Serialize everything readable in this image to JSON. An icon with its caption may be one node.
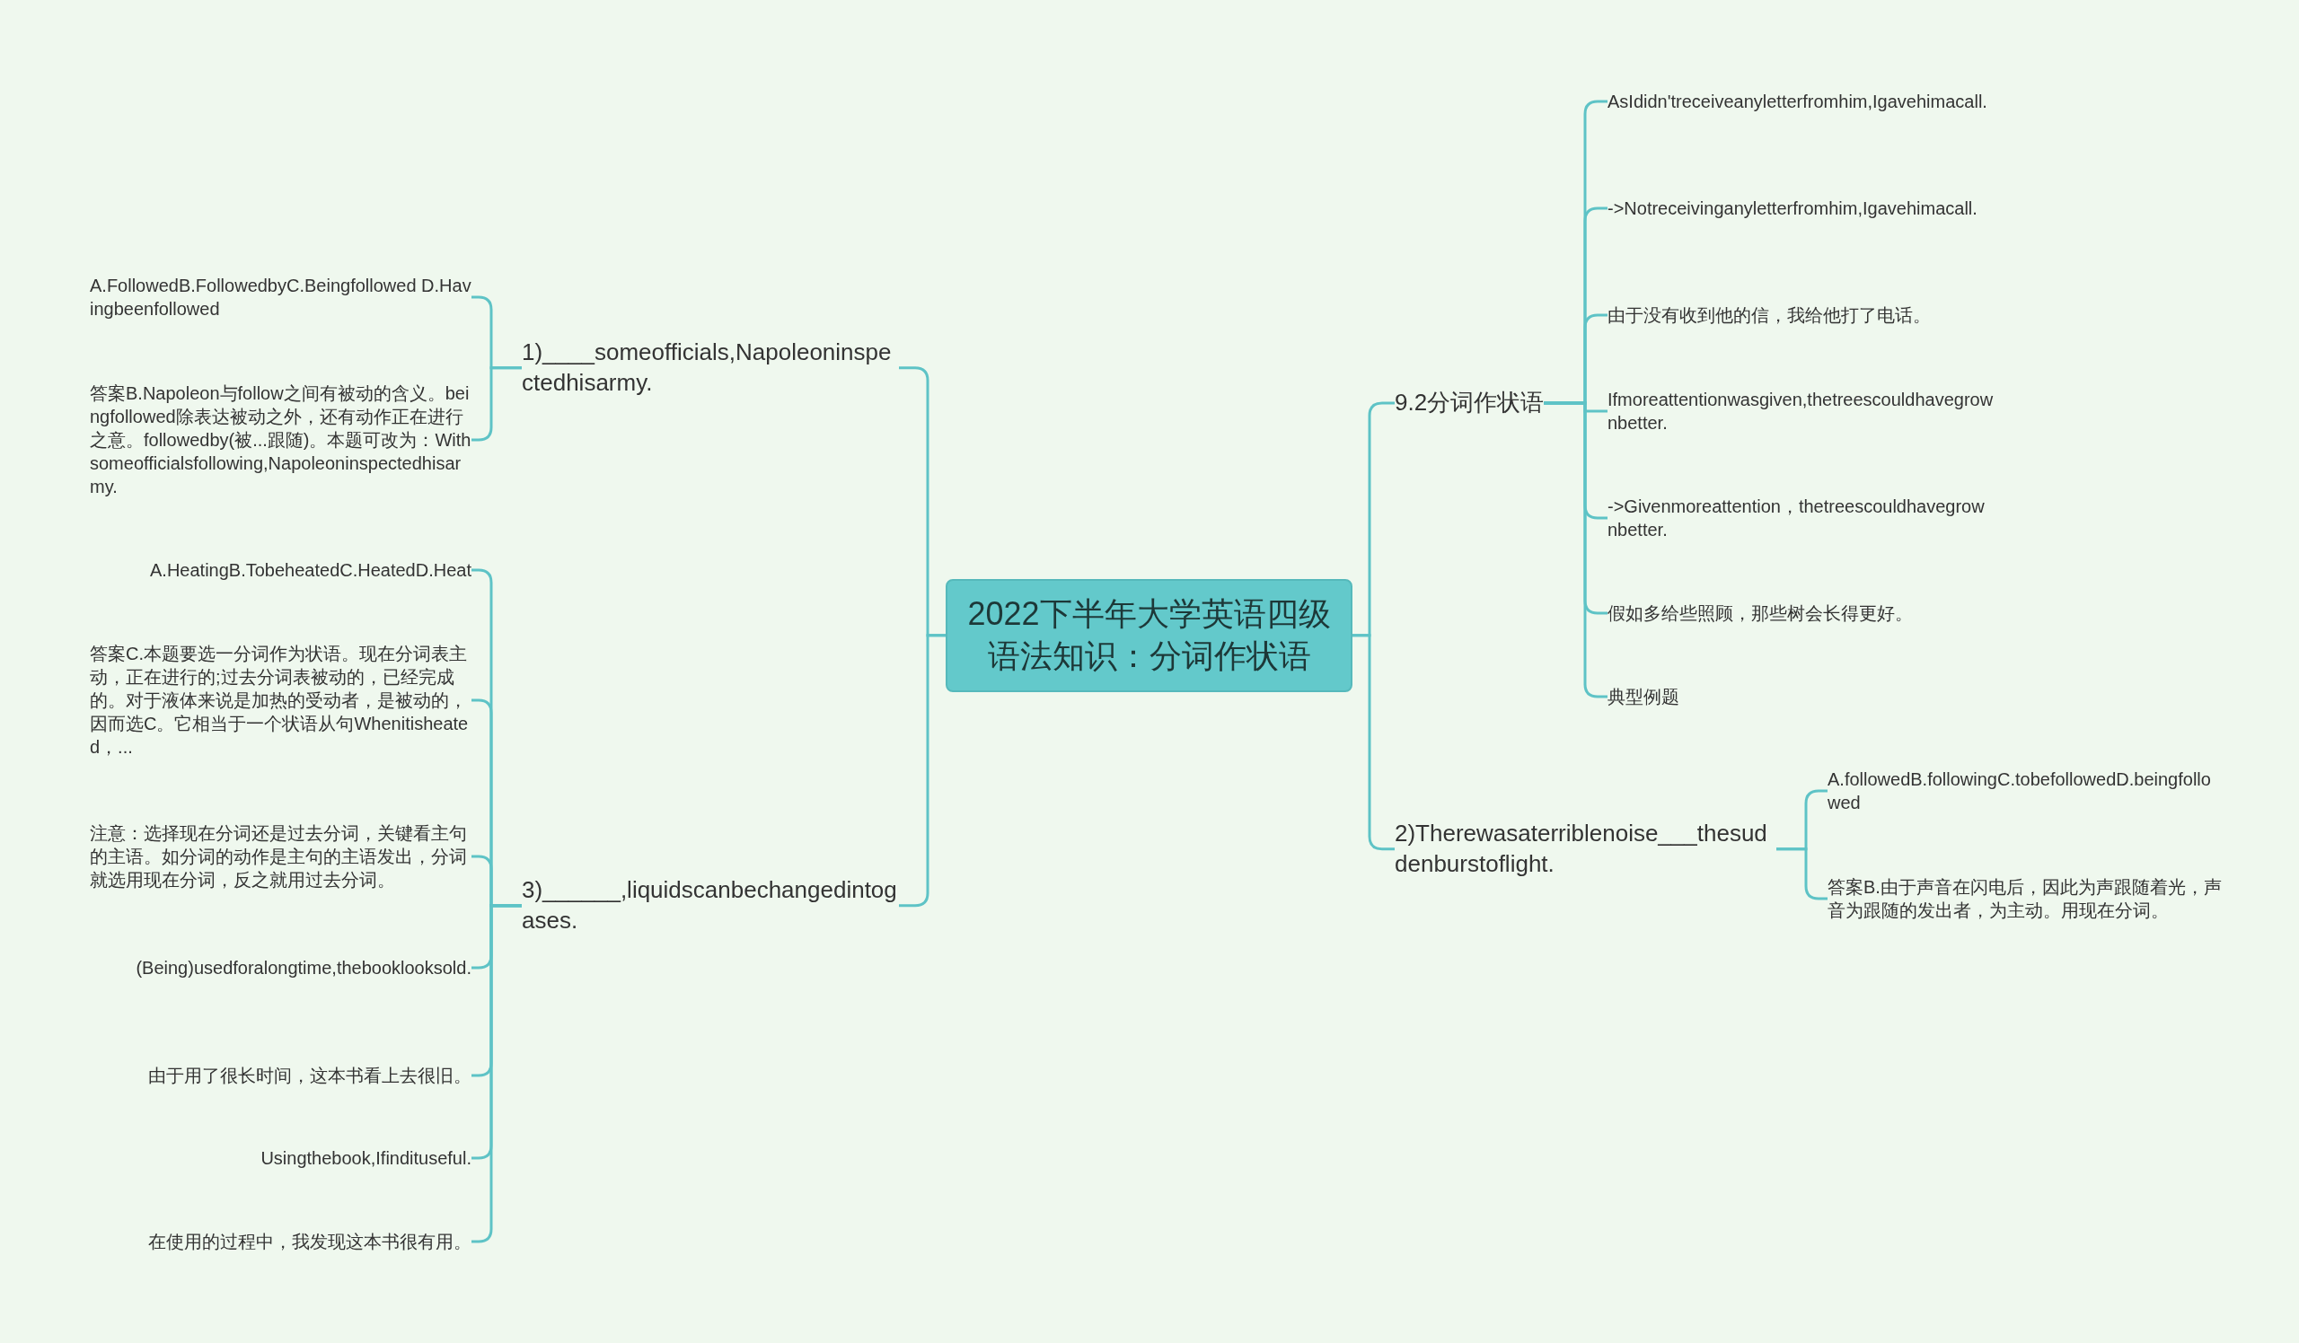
{
  "diagram": {
    "nodes": [
      {
        "text": [
          "2022下半年大学英语四级语法知识：分词作状语"
        ]
      },
      {
        "text": [
          "1)____someofficials,Napoleoninspectedhisarmy."
        ]
      },
      {
        "text": [
          "A.FollowedB.FollowedbyC.Beingfollowed D.Havingbeenfollowed"
        ]
      },
      {
        "text": [
          "答案B.Napoleon与follow之间有被动的含义。beingfollowed除表达被动之外，还有动作正在进行之意。followedby(被...跟随)。本题可改为：Withsomeofficialsfollowing,Napoleoninspectedhisarmy."
        ]
      },
      {
        "text": [
          "3)______,liquidscanbechangedintogases."
        ]
      },
      {
        "text": [
          "A.HeatingB.TobeheatedC.HeatedD.Heat"
        ]
      },
      {
        "text": [
          "答案C.本题要选一分词作为状语。现在分词表主动，正在进行的;过去分词表被动的，已经完成的。对于液体来说是加热的受动者，是被动的，因而选C。它相当于一个状语从句Whenitisheated，..."
        ]
      },
      {
        "text": [
          "注意：选择现在分词还是过去分词，关键看主句的主语。如分词的动作是主句的主语发出，分词就选用现在分词，反之就用过去分词。"
        ]
      },
      {
        "text": [
          "(Being)usedforalongtime,thebooklooksold."
        ]
      },
      {
        "text": [
          "由于用了很长时间，这本书看上去很旧。"
        ]
      },
      {
        "text": [
          "Usingthebook,Ifindituseful."
        ]
      },
      {
        "text": [
          "在使用的过程中，我发现这本书很有用。"
        ]
      },
      {
        "text": [
          "9.2分词作状语"
        ]
      },
      {
        "text": [
          "AsIdidn'treceiveanyletterfromhim,Igavehimacall."
        ]
      },
      {
        "text": [
          "->Notreceivinganyletterfromhim,Igavehimacall."
        ]
      },
      {
        "text": [
          "由于没有收到他的信，我给他打了电话。"
        ]
      },
      {
        "text": [
          "Ifmoreattentionwasgiven,thetreescouldhavegrownbetter."
        ]
      },
      {
        "text": [
          "->Givenmoreattention，thetreescouldhavegrownbetter."
        ]
      },
      {
        "text": [
          "假如多给些照顾，那些树会长得更好。"
        ]
      },
      {
        "text": [
          "典型例题"
        ]
      },
      {
        "text": [
          "2)Therewasaterriblenoise___thesuddenburstoflight."
        ]
      },
      {
        "text": [
          "A.followedB.followingC.tobefollowedD.beingfollowed"
        ]
      },
      {
        "text": [
          "答案B.由于声音在闪电后，因此为声跟随着光，声音为跟随的发出者，为主动。用现在分词。"
        ]
      }
    ],
    "edges": [
      {
        "from": 0,
        "to": 1,
        "arrow": "none"
      },
      {
        "from": 1,
        "to": 2,
        "arrow": "none"
      },
      {
        "from": 1,
        "to": 3,
        "arrow": "none"
      },
      {
        "from": 0,
        "to": 4,
        "arrow": "none"
      },
      {
        "from": 4,
        "to": 5,
        "arrow": "none"
      },
      {
        "from": 4,
        "to": 6,
        "arrow": "none"
      },
      {
        "from": 4,
        "to": 7,
        "arrow": "none"
      },
      {
        "from": 4,
        "to": 8,
        "arrow": "none"
      },
      {
        "from": 4,
        "to": 9,
        "arrow": "none"
      },
      {
        "from": 4,
        "to": 10,
        "arrow": "none"
      },
      {
        "from": 4,
        "to": 11,
        "arrow": "none"
      },
      {
        "from": 0,
        "to": 12,
        "arrow": "none"
      },
      {
        "from": 12,
        "to": 13,
        "arrow": "none"
      },
      {
        "from": 12,
        "to": 14,
        "arrow": "none"
      },
      {
        "from": 12,
        "to": 15,
        "arrow": "none"
      },
      {
        "from": 12,
        "to": 16,
        "arrow": "none"
      },
      {
        "from": 12,
        "to": 17,
        "arrow": "none"
      },
      {
        "from": 12,
        "to": 18,
        "arrow": "none"
      },
      {
        "from": 12,
        "to": 19,
        "arrow": "none"
      },
      {
        "from": 0,
        "to": 20,
        "arrow": "none"
      },
      {
        "from": 20,
        "to": 21,
        "arrow": "none"
      },
      {
        "from": 20,
        "to": 22,
        "arrow": "none"
      }
    ]
  }
}
